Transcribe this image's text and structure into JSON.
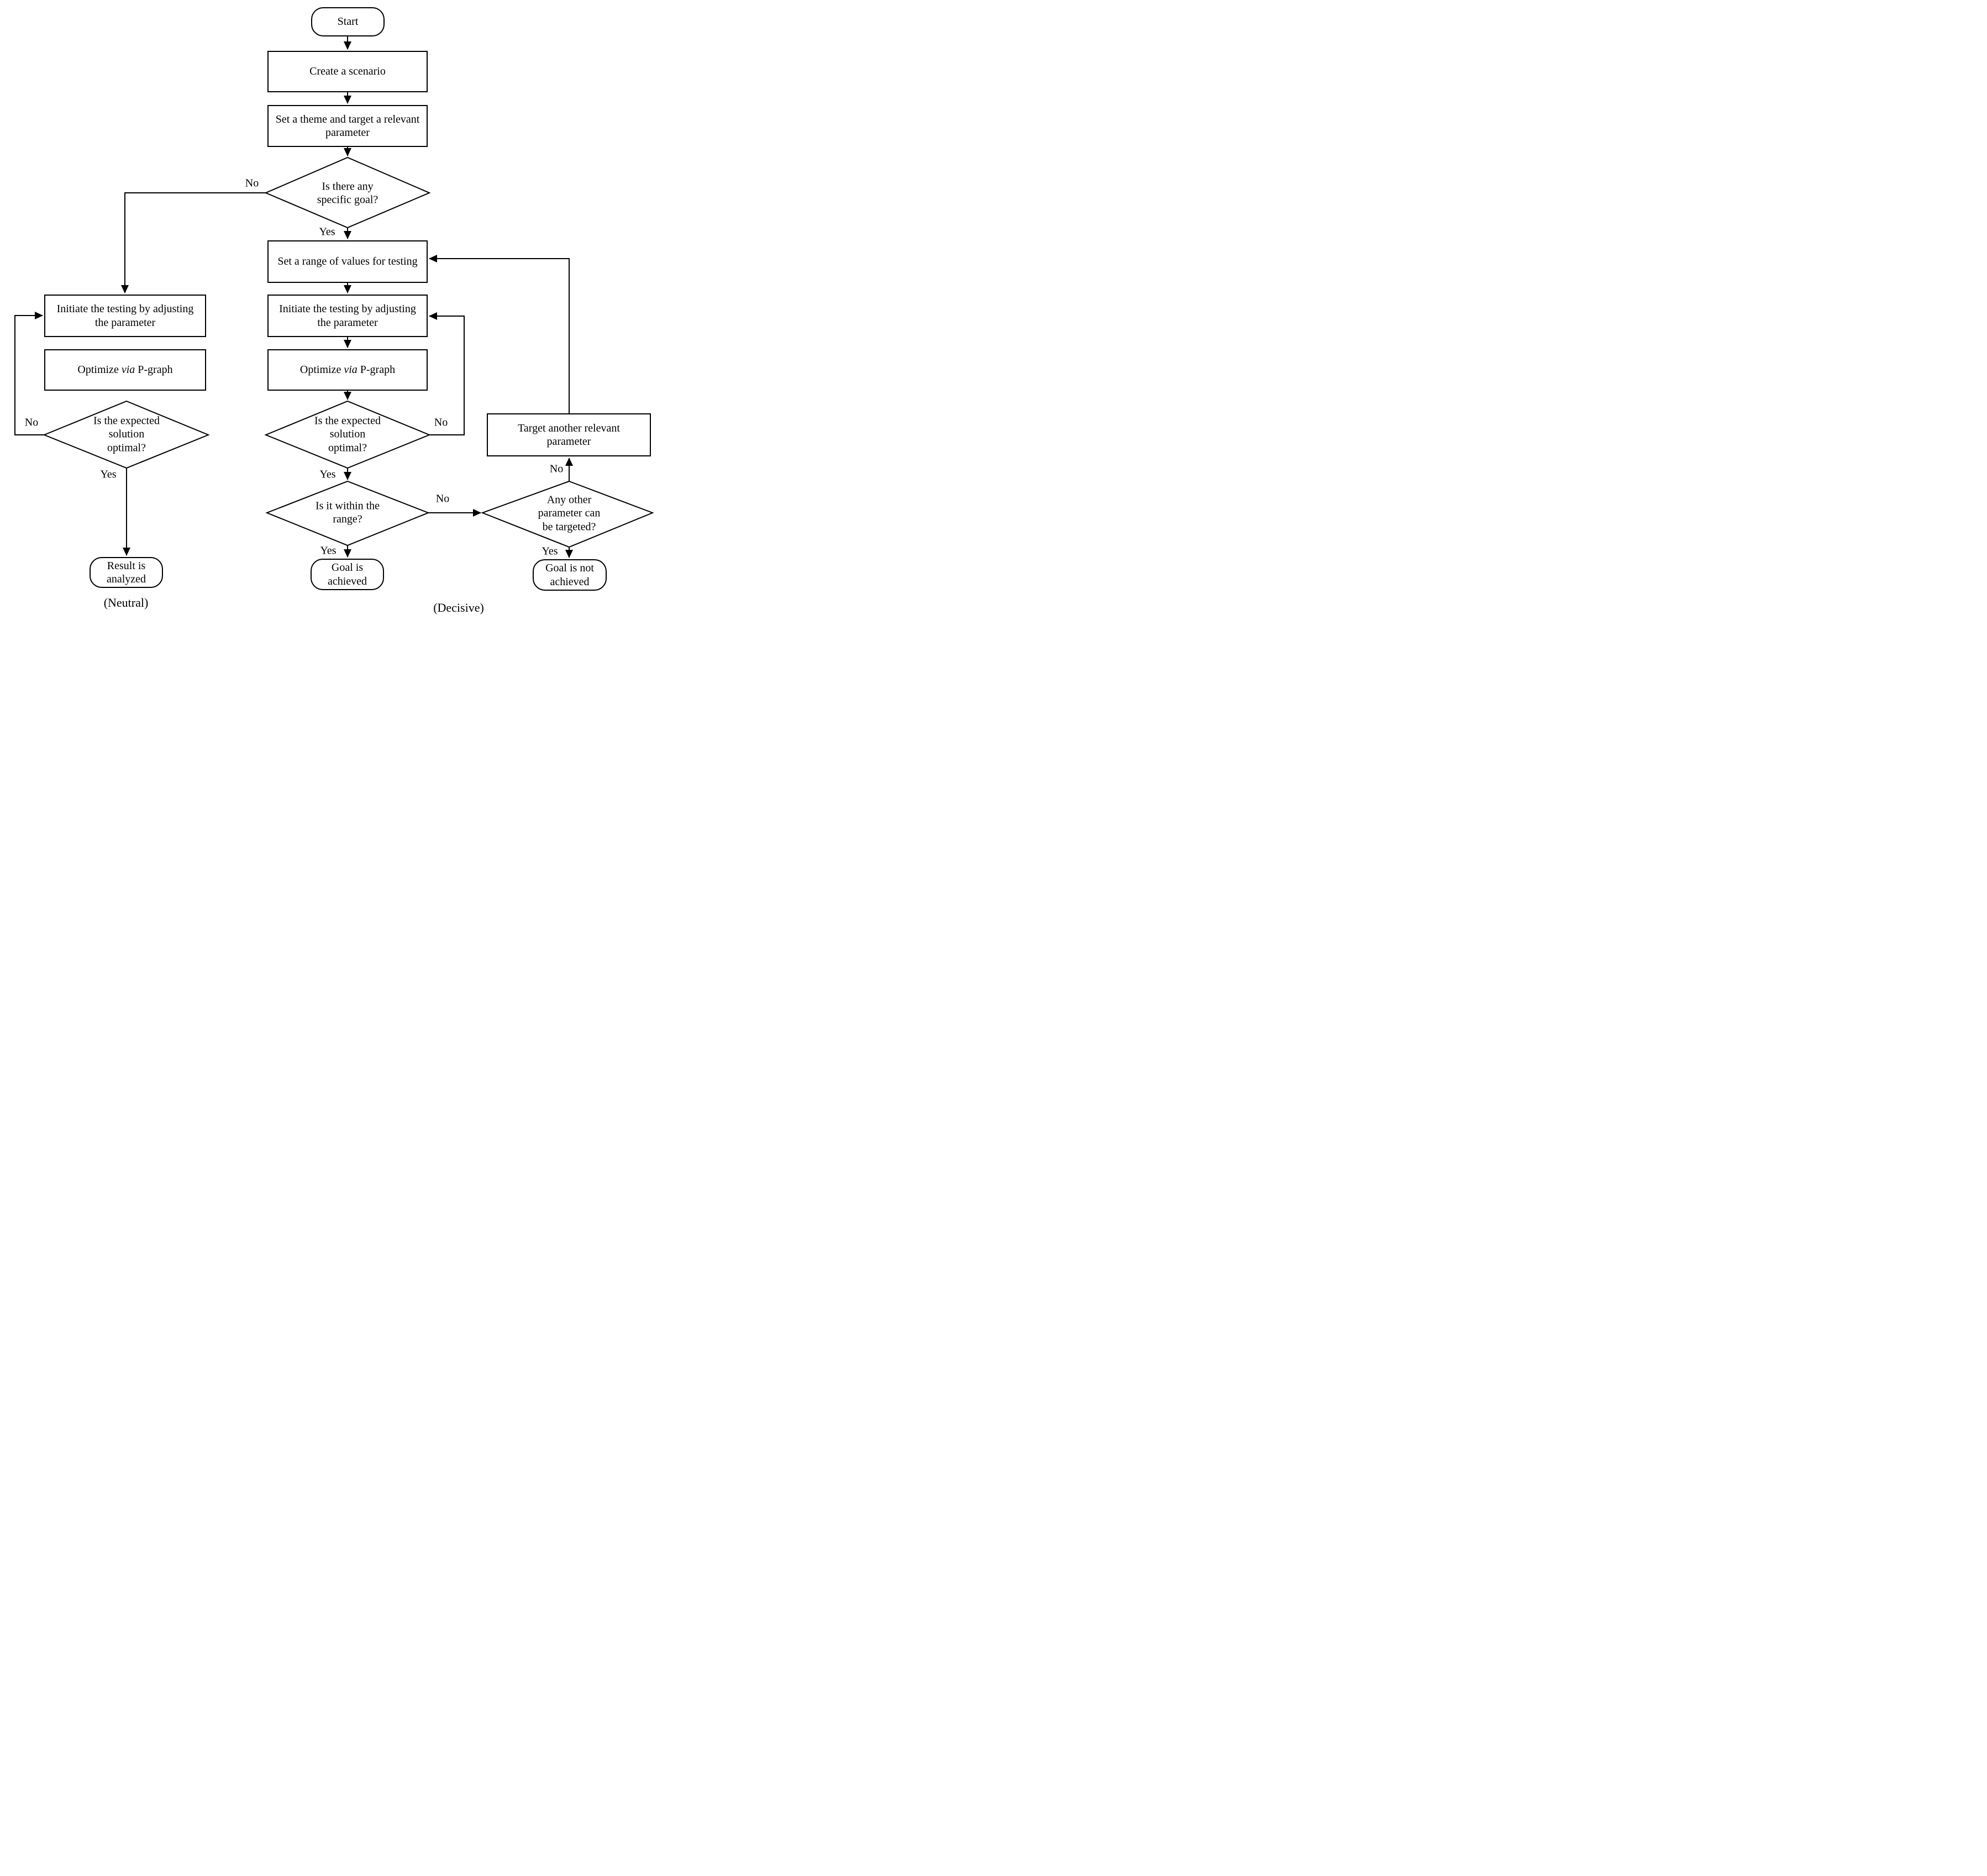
{
  "flowchart": {
    "nodes": {
      "start": {
        "label": "Start"
      },
      "create_scenario": {
        "label": "Create a scenario"
      },
      "set_theme": {
        "lines": [
          "Set a theme and target a relevant",
          "parameter"
        ]
      },
      "specific_goal": {
        "lines": [
          "Is there any",
          "specific goal?"
        ]
      },
      "set_range": {
        "label": "Set a range of values for testing"
      },
      "initiate_mid": {
        "lines": [
          "Initiate the testing by adjusting",
          "the parameter"
        ]
      },
      "optimize_mid": {
        "prefix": "Optimize",
        "italic": "via",
        "suffix": "P-graph"
      },
      "optimal_mid": {
        "lines": [
          "Is the expected",
          "solution",
          "optimal?"
        ]
      },
      "within_range": {
        "lines": [
          "Is it within the",
          "range?"
        ]
      },
      "goal_achieved": {
        "lines": [
          "Goal is",
          "achieved"
        ]
      },
      "target_other": {
        "lines": [
          "Target another relevant",
          "parameter"
        ]
      },
      "other_parameter": {
        "lines": [
          "Any other",
          "parameter can",
          "be targeted?"
        ]
      },
      "goal_not_achieved": {
        "lines": [
          "Goal is not",
          "achieved"
        ]
      },
      "initiate_left": {
        "lines": [
          "Initiate the testing by adjusting",
          "the parameter"
        ]
      },
      "optimize_left": {
        "prefix": "Optimize",
        "italic": "via",
        "suffix": "P-graph"
      },
      "optimal_left": {
        "lines": [
          "Is the expected",
          "solution",
          "optimal?"
        ]
      },
      "result_analyzed": {
        "lines": [
          "Result is",
          "analyzed"
        ]
      }
    },
    "edge_labels": {
      "goal_no": "No",
      "goal_yes": "Yes",
      "left_no": "No",
      "left_yes": "Yes",
      "mid_no": "No",
      "mid_yes": "Yes",
      "range_no": "No",
      "range_yes": "Yes",
      "other_no": "No",
      "other_yes": "Yes"
    },
    "captions": {
      "neutral": "(Neutral)",
      "decisive": "(Decisive)"
    },
    "colors": {
      "stroke": "#000000",
      "background": "#ffffff"
    }
  }
}
